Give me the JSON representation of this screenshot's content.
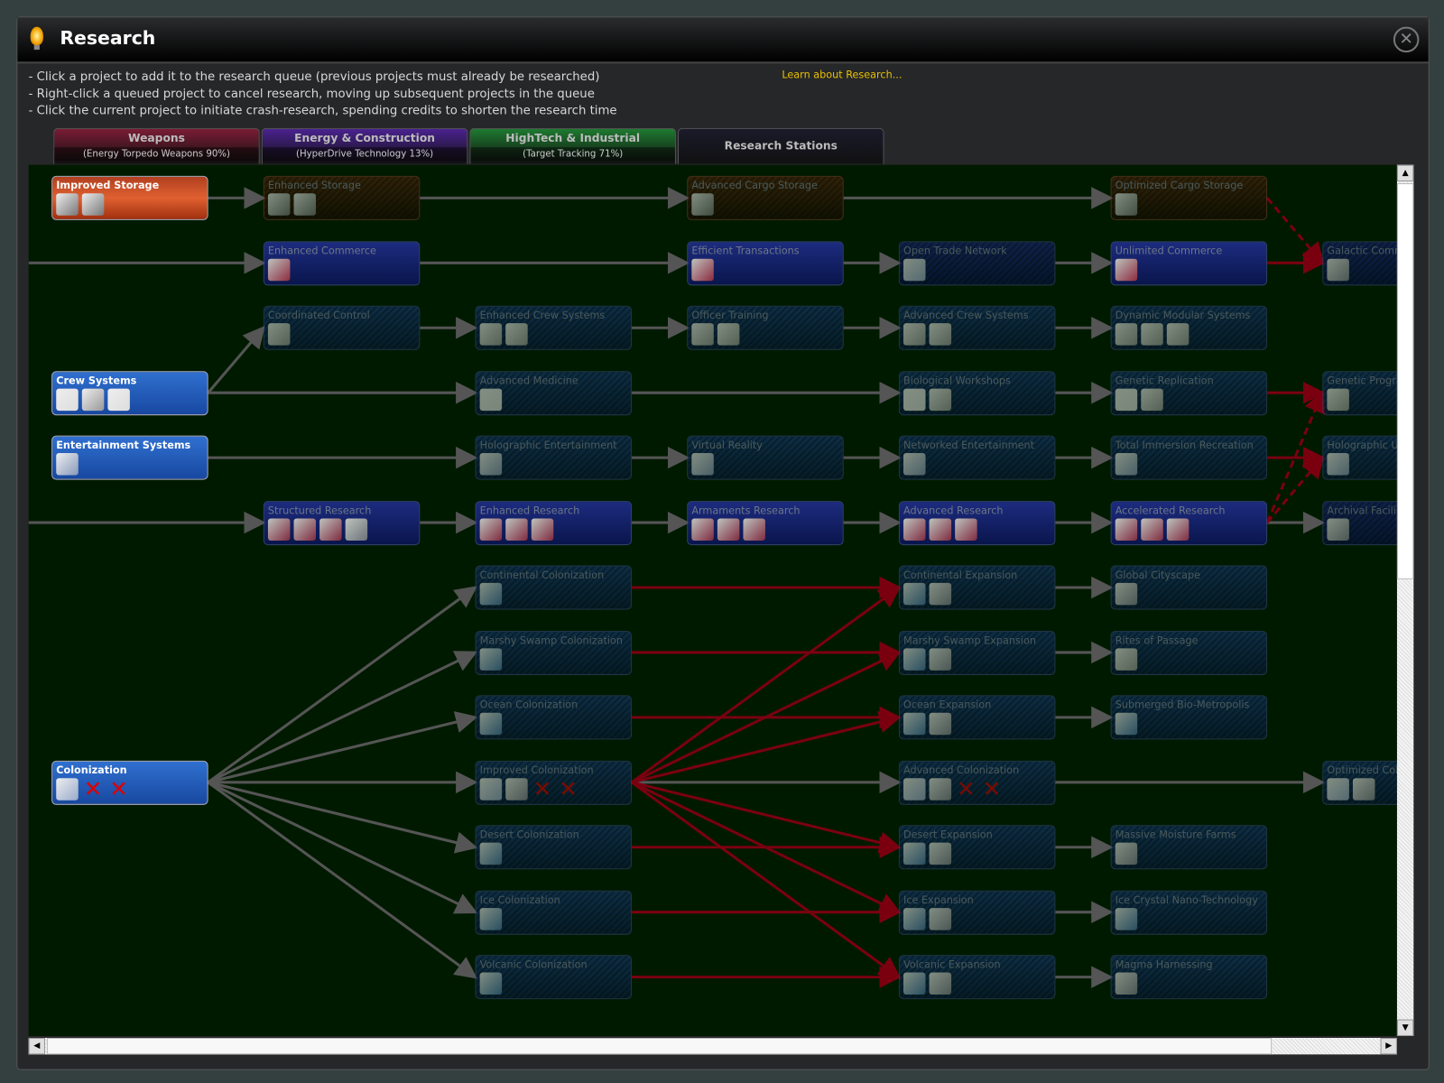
{
  "window": {
    "title": "Research",
    "close": "✕",
    "learn_link": "Learn about Research..."
  },
  "help": [
    "- Click a project to add it to the research queue (previous projects must already be researched)",
    "- Right-click a queued project to cancel research, moving up subsequent projects in the queue",
    "- Click the current project to initiate crash-research, spending credits to shorten the research time"
  ],
  "tabs": [
    {
      "label": "Weapons",
      "sub": "(Energy Torpedo Weapons 90%)",
      "color": "#7a1c35"
    },
    {
      "label": "Energy & Construction",
      "sub": "(HyperDrive Technology 13%)",
      "color": "#4a2290"
    },
    {
      "label": "HighTech & Industrial",
      "sub": "(Target Tracking 71%)",
      "color": "#1e7a30"
    },
    {
      "label": "Research Stations",
      "sub": null,
      "color": "#1a1a2a"
    }
  ],
  "icon_colors": {
    "storage": "#777",
    "commerce": "#b03050",
    "crew": "#999",
    "medicine": "#ddd",
    "holo": "#8899bb",
    "research": "#a03050",
    "planet": "#4a7ab0",
    "ship": "#99aacc",
    "city": "#889",
    "blocked": "#c00000"
  },
  "nodes": [
    {
      "id": "improved-storage",
      "title": "Improved Storage",
      "col": 0,
      "row": 0,
      "theme": "brown",
      "state": "bright",
      "icons": [
        "storage",
        "storage"
      ]
    },
    {
      "id": "enhanced-storage",
      "title": "Enhanced Storage",
      "col": 1,
      "row": 0,
      "theme": "brown",
      "state": "dim",
      "icons": [
        "storage",
        "storage"
      ]
    },
    {
      "id": "advanced-cargo-storage",
      "title": "Advanced Cargo Storage",
      "col": 3,
      "row": 0,
      "theme": "brown",
      "state": "dim",
      "icons": [
        "storage"
      ]
    },
    {
      "id": "optimized-cargo-storage",
      "title": "Optimized Cargo Storage",
      "col": 5,
      "row": 0,
      "theme": "brown",
      "state": "dim",
      "icons": [
        "storage"
      ]
    },
    {
      "id": "enhanced-commerce",
      "title": "Enhanced Commerce",
      "col": 1,
      "row": 1,
      "theme": "navy",
      "state": "mid",
      "icons": [
        "commerce"
      ]
    },
    {
      "id": "efficient-transactions",
      "title": "Efficient Transactions",
      "col": 3,
      "row": 1,
      "theme": "navy",
      "state": "mid",
      "icons": [
        "commerce"
      ]
    },
    {
      "id": "open-trade-network",
      "title": "Open Trade Network",
      "col": 4,
      "row": 1,
      "theme": "navy",
      "state": "dim",
      "icons": [
        "ship"
      ]
    },
    {
      "id": "unlimited-commerce",
      "title": "Unlimited Commerce",
      "col": 5,
      "row": 1,
      "theme": "navy",
      "state": "mid",
      "icons": [
        "commerce"
      ]
    },
    {
      "id": "galactic-commerce",
      "title": "Galactic Comm",
      "col": 6,
      "row": 1,
      "theme": "navy",
      "state": "dim",
      "icons": [
        "city"
      ]
    },
    {
      "id": "coordinated-control",
      "title": "Coordinated Control",
      "col": 1,
      "row": 2,
      "theme": "blue",
      "state": "dim",
      "icons": [
        "crew"
      ]
    },
    {
      "id": "enhanced-crew-systems",
      "title": "Enhanced Crew Systems",
      "col": 2,
      "row": 2,
      "theme": "blue",
      "state": "dim",
      "icons": [
        "crew",
        "crew"
      ]
    },
    {
      "id": "officer-training",
      "title": "Officer Training",
      "col": 3,
      "row": 2,
      "theme": "blue",
      "state": "dim",
      "icons": [
        "crew",
        "crew"
      ]
    },
    {
      "id": "advanced-crew-systems",
      "title": "Advanced Crew Systems",
      "col": 4,
      "row": 2,
      "theme": "blue",
      "state": "dim",
      "icons": [
        "crew",
        "crew"
      ]
    },
    {
      "id": "dynamic-modular-systems",
      "title": "Dynamic Modular Systems",
      "col": 5,
      "row": 2,
      "theme": "blue",
      "state": "dim",
      "icons": [
        "crew",
        "crew",
        "crew"
      ]
    },
    {
      "id": "crew-systems",
      "title": "Crew Systems",
      "col": 0,
      "row": 3,
      "theme": "blue",
      "state": "bright",
      "icons": [
        "medicine",
        "crew",
        "medicine"
      ]
    },
    {
      "id": "advanced-medicine",
      "title": "Advanced Medicine",
      "col": 2,
      "row": 3,
      "theme": "blue",
      "state": "dim",
      "icons": [
        "medicine"
      ]
    },
    {
      "id": "biological-workshops",
      "title": "Biological Workshops",
      "col": 4,
      "row": 3,
      "theme": "blue",
      "state": "dim",
      "icons": [
        "medicine",
        "crew"
      ]
    },
    {
      "id": "genetic-replication",
      "title": "Genetic Replication",
      "col": 5,
      "row": 3,
      "theme": "blue",
      "state": "dim",
      "icons": [
        "medicine",
        "crew"
      ]
    },
    {
      "id": "genetic-programming",
      "title": "Genetic Progr",
      "col": 6,
      "row": 3,
      "theme": "blue",
      "state": "dim",
      "icons": [
        "crew"
      ]
    },
    {
      "id": "entertainment-systems",
      "title": "Entertainment Systems",
      "col": 0,
      "row": 4,
      "theme": "blue",
      "state": "bright",
      "icons": [
        "holo"
      ]
    },
    {
      "id": "holographic-entertainment",
      "title": "Holographic Entertainment",
      "col": 2,
      "row": 4,
      "theme": "blue",
      "state": "dim",
      "icons": [
        "holo"
      ]
    },
    {
      "id": "virtual-reality",
      "title": "Virtual Reality",
      "col": 3,
      "row": 4,
      "theme": "blue",
      "state": "dim",
      "icons": [
        "holo"
      ]
    },
    {
      "id": "networked-entertainment",
      "title": "Networked Entertainment",
      "col": 4,
      "row": 4,
      "theme": "blue",
      "state": "dim",
      "icons": [
        "holo"
      ]
    },
    {
      "id": "total-immersion-recreation",
      "title": "Total Immersion Recreation",
      "col": 5,
      "row": 4,
      "theme": "blue",
      "state": "dim",
      "icons": [
        "holo"
      ]
    },
    {
      "id": "holographic-u",
      "title": "Holographic U",
      "col": 6,
      "row": 4,
      "theme": "blue",
      "state": "dim",
      "icons": [
        "holo"
      ]
    },
    {
      "id": "structured-research",
      "title": "Structured Research",
      "col": 1,
      "row": 5,
      "theme": "navy",
      "state": "mid",
      "icons": [
        "research",
        "research",
        "research",
        "city"
      ]
    },
    {
      "id": "enhanced-research",
      "title": "Enhanced Research",
      "col": 2,
      "row": 5,
      "theme": "navy",
      "state": "mid",
      "icons": [
        "research",
        "research",
        "research"
      ]
    },
    {
      "id": "armaments-research",
      "title": "Armaments Research",
      "col": 3,
      "row": 5,
      "theme": "navy",
      "state": "mid",
      "icons": [
        "research",
        "research",
        "research"
      ]
    },
    {
      "id": "advanced-research",
      "title": "Advanced Research",
      "col": 4,
      "row": 5,
      "theme": "navy",
      "state": "mid",
      "icons": [
        "research",
        "research",
        "research"
      ]
    },
    {
      "id": "accelerated-research",
      "title": "Accelerated Research",
      "col": 5,
      "row": 5,
      "theme": "navy",
      "state": "mid",
      "icons": [
        "research",
        "research",
        "research"
      ]
    },
    {
      "id": "archival-facility",
      "title": "Archival Facili",
      "col": 6,
      "row": 5,
      "theme": "navy",
      "state": "dim",
      "icons": [
        "city"
      ]
    },
    {
      "id": "continental-colonization",
      "title": "Continental Colonization",
      "col": 2,
      "row": 6,
      "theme": "blue",
      "state": "dim",
      "icons": [
        "planet"
      ]
    },
    {
      "id": "continental-expansion",
      "title": "Continental Expansion",
      "col": 4,
      "row": 6,
      "theme": "blue",
      "state": "dim",
      "icons": [
        "planet",
        "city"
      ]
    },
    {
      "id": "global-cityscape",
      "title": "Global Cityscape",
      "col": 5,
      "row": 6,
      "theme": "blue",
      "state": "dim",
      "icons": [
        "city"
      ]
    },
    {
      "id": "marshy-swamp-colonization",
      "title": "Marshy Swamp Colonization",
      "col": 2,
      "row": 7,
      "theme": "blue",
      "state": "dim",
      "icons": [
        "planet"
      ]
    },
    {
      "id": "marshy-swamp-expansion",
      "title": "Marshy Swamp Expansion",
      "col": 4,
      "row": 7,
      "theme": "blue",
      "state": "dim",
      "icons": [
        "planet",
        "city"
      ]
    },
    {
      "id": "rites-of-passage",
      "title": "Rites of Passage",
      "col": 5,
      "row": 7,
      "theme": "blue",
      "state": "dim",
      "icons": [
        "crew"
      ]
    },
    {
      "id": "ocean-colonization",
      "title": "Ocean Colonization",
      "col": 2,
      "row": 8,
      "theme": "blue",
      "state": "dim",
      "icons": [
        "planet"
      ]
    },
    {
      "id": "ocean-expansion",
      "title": "Ocean Expansion",
      "col": 4,
      "row": 8,
      "theme": "blue",
      "state": "dim",
      "icons": [
        "planet",
        "city"
      ]
    },
    {
      "id": "submerged-bio-metropolis",
      "title": "Submerged Bio-Metropolis",
      "col": 5,
      "row": 8,
      "theme": "blue",
      "state": "dim",
      "icons": [
        "planet"
      ]
    },
    {
      "id": "colonization",
      "title": "Colonization",
      "col": 0,
      "row": 9,
      "theme": "blue",
      "state": "bright",
      "icons": [
        "ship",
        "blocked",
        "blocked"
      ]
    },
    {
      "id": "improved-colonization",
      "title": "Improved Colonization",
      "col": 2,
      "row": 9,
      "theme": "blue",
      "state": "dim",
      "icons": [
        "ship",
        "city",
        "blocked",
        "blocked"
      ]
    },
    {
      "id": "advanced-colonization",
      "title": "Advanced Colonization",
      "col": 4,
      "row": 9,
      "theme": "blue",
      "state": "dim",
      "icons": [
        "ship",
        "city",
        "blocked",
        "blocked"
      ]
    },
    {
      "id": "optimized-colonization",
      "title": "Optimized Col",
      "col": 6,
      "row": 9,
      "theme": "blue",
      "state": "dim",
      "icons": [
        "ship",
        "city"
      ]
    },
    {
      "id": "desert-colonization",
      "title": "Desert Colonization",
      "col": 2,
      "row": 10,
      "theme": "blue",
      "state": "dim",
      "icons": [
        "planet"
      ]
    },
    {
      "id": "desert-expansion",
      "title": "Desert Expansion",
      "col": 4,
      "row": 10,
      "theme": "blue",
      "state": "dim",
      "icons": [
        "planet",
        "city"
      ]
    },
    {
      "id": "massive-moisture-farms",
      "title": "Massive Moisture Farms",
      "col": 5,
      "row": 10,
      "theme": "blue",
      "state": "dim",
      "icons": [
        "city"
      ]
    },
    {
      "id": "ice-colonization",
      "title": "Ice Colonization",
      "col": 2,
      "row": 11,
      "theme": "blue",
      "state": "dim",
      "icons": [
        "planet"
      ]
    },
    {
      "id": "ice-expansion",
      "title": "Ice Expansion",
      "col": 4,
      "row": 11,
      "theme": "blue",
      "state": "dim",
      "icons": [
        "planet",
        "city"
      ]
    },
    {
      "id": "ice-crystal-nano-technology",
      "title": "Ice Crystal Nano-Technology",
      "col": 5,
      "row": 11,
      "theme": "blue",
      "state": "dim",
      "icons": [
        "planet"
      ]
    },
    {
      "id": "volcanic-colonization",
      "title": "Volcanic Colonization",
      "col": 2,
      "row": 12,
      "theme": "blue",
      "state": "dim",
      "icons": [
        "planet"
      ]
    },
    {
      "id": "volcanic-expansion",
      "title": "Volcanic Expansion",
      "col": 4,
      "row": 12,
      "theme": "blue",
      "state": "dim",
      "icons": [
        "planet",
        "city"
      ]
    },
    {
      "id": "magma-harnessing",
      "title": "Magma Harnessing",
      "col": 5,
      "row": 12,
      "theme": "blue",
      "state": "dim",
      "icons": [
        "city"
      ]
    }
  ],
  "edges": [
    [
      "improved-storage",
      "enhanced-storage",
      "gray"
    ],
    [
      "enhanced-storage",
      "advanced-cargo-storage",
      "gray"
    ],
    [
      "advanced-cargo-storage",
      "optimized-cargo-storage",
      "gray"
    ],
    [
      "optimized-cargo-storage",
      "galactic-commerce",
      "dashed"
    ],
    [
      null,
      "enhanced-commerce",
      "gray"
    ],
    [
      "enhanced-commerce",
      "efficient-transactions",
      "gray"
    ],
    [
      "efficient-transactions",
      "open-trade-network",
      "gray"
    ],
    [
      "open-trade-network",
      "unlimited-commerce",
      "gray"
    ],
    [
      "unlimited-commerce",
      "galactic-commerce",
      "red"
    ],
    [
      "crew-systems",
      "coordinated-control",
      "gray"
    ],
    [
      "coordinated-control",
      "enhanced-crew-systems",
      "gray"
    ],
    [
      "enhanced-crew-systems",
      "officer-training",
      "gray"
    ],
    [
      "officer-training",
      "advanced-crew-systems",
      "gray"
    ],
    [
      "advanced-crew-systems",
      "dynamic-modular-systems",
      "gray"
    ],
    [
      "crew-systems",
      "advanced-medicine",
      "gray"
    ],
    [
      "advanced-medicine",
      "biological-workshops",
      "gray"
    ],
    [
      "biological-workshops",
      "genetic-replication",
      "gray"
    ],
    [
      "genetic-replication",
      "genetic-programming",
      "red"
    ],
    [
      "entertainment-systems",
      "holographic-entertainment",
      "gray"
    ],
    [
      "holographic-entertainment",
      "virtual-reality",
      "gray"
    ],
    [
      "virtual-reality",
      "networked-entertainment",
      "gray"
    ],
    [
      "networked-entertainment",
      "total-immersion-recreation",
      "gray"
    ],
    [
      "total-immersion-recreation",
      "holographic-u",
      "red"
    ],
    [
      null,
      "structured-research",
      "gray"
    ],
    [
      "structured-research",
      "enhanced-research",
      "gray"
    ],
    [
      "enhanced-research",
      "armaments-research",
      "gray"
    ],
    [
      "armaments-research",
      "advanced-research",
      "gray"
    ],
    [
      "advanced-research",
      "accelerated-research",
      "gray"
    ],
    [
      "accelerated-research",
      "archival-facility",
      "gray"
    ],
    [
      "accelerated-research",
      "genetic-programming",
      "dashed"
    ],
    [
      "accelerated-research",
      "holographic-u",
      "dashed"
    ],
    [
      "colonization",
      "continental-colonization",
      "gray"
    ],
    [
      "colonization",
      "marshy-swamp-colonization",
      "gray"
    ],
    [
      "colonization",
      "ocean-colonization",
      "gray"
    ],
    [
      "colonization",
      "improved-colonization",
      "gray"
    ],
    [
      "colonization",
      "desert-colonization",
      "gray"
    ],
    [
      "colonization",
      "ice-colonization",
      "gray"
    ],
    [
      "colonization",
      "volcanic-colonization",
      "gray"
    ],
    [
      "improved-colonization",
      "advanced-colonization",
      "gray"
    ],
    [
      "advanced-colonization",
      "optimized-colonization",
      "gray"
    ],
    [
      "continental-colonization",
      "continental-expansion",
      "red"
    ],
    [
      "marshy-swamp-colonization",
      "marshy-swamp-expansion",
      "red"
    ],
    [
      "ocean-colonization",
      "ocean-expansion",
      "red"
    ],
    [
      "desert-colonization",
      "desert-expansion",
      "red"
    ],
    [
      "ice-colonization",
      "ice-expansion",
      "red"
    ],
    [
      "volcanic-colonization",
      "volcanic-expansion",
      "red"
    ],
    [
      "improved-colonization",
      "continental-expansion",
      "red"
    ],
    [
      "improved-colonization",
      "marshy-swamp-expansion",
      "red"
    ],
    [
      "improved-colonization",
      "ocean-expansion",
      "red"
    ],
    [
      "improved-colonization",
      "desert-expansion",
      "red"
    ],
    [
      "improved-colonization",
      "ice-expansion",
      "red"
    ],
    [
      "improved-colonization",
      "volcanic-expansion",
      "red"
    ],
    [
      "continental-expansion",
      "global-cityscape",
      "gray"
    ],
    [
      "marshy-swamp-expansion",
      "rites-of-passage",
      "gray"
    ],
    [
      "ocean-expansion",
      "submerged-bio-metropolis",
      "gray"
    ],
    [
      "desert-expansion",
      "massive-moisture-farms",
      "gray"
    ],
    [
      "ice-expansion",
      "ice-crystal-nano-technology",
      "gray"
    ],
    [
      "volcanic-expansion",
      "magma-harnessing",
      "gray"
    ]
  ],
  "scroll": {
    "vertical_fraction": 0.0,
    "horizontal_fraction": 0.0
  }
}
